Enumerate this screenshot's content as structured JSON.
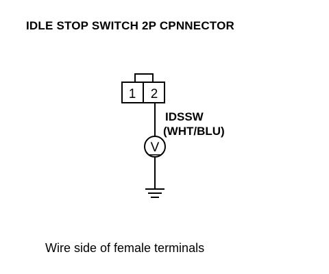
{
  "diagram": {
    "title": "IDLE STOP SWITCH 2P CPNNECTOR",
    "connector": {
      "terminal_1": "1",
      "terminal_2": "2"
    },
    "meter_label": "V",
    "wire": {
      "signal_name": "IDSSW",
      "color_code": "(WHT/BLU)"
    },
    "caption": "Wire side of female terminals"
  },
  "colors": {
    "ink": "#000000",
    "background": "#ffffff"
  },
  "icons": {
    "meter": "voltmeter-icon",
    "ground": "ground-icon"
  }
}
